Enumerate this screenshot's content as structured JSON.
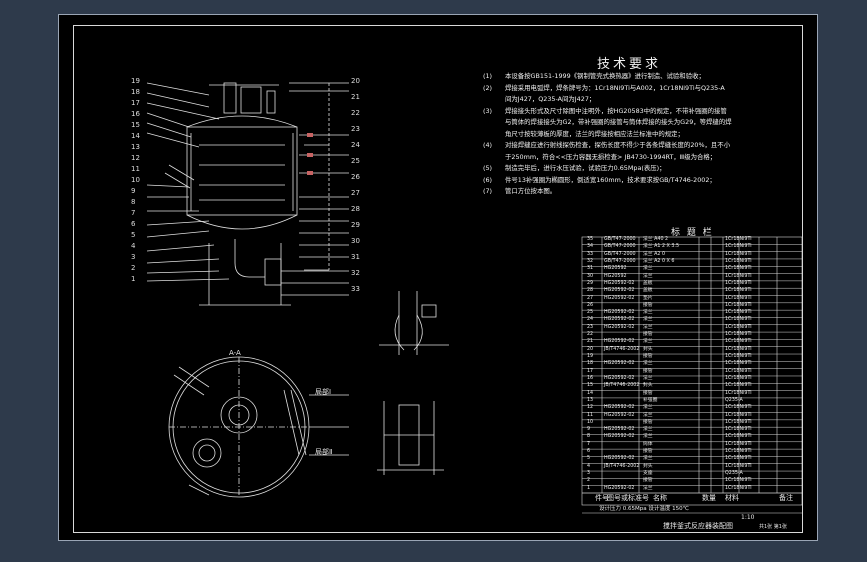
{
  "drawing": {
    "req_title": "技术要求",
    "requirements": [
      {
        "n": "(1)",
        "text": "本设备按GB151-1999《钢制管壳式换热器》进行制造、试验和验收；"
      },
      {
        "n": "(2)",
        "text": "焊接采用电弧焊，焊条牌号为：1Cr18Ni9Ti与A002，1Cr18Ni9Ti与Q235-A"
      },
      {
        "n": "",
        "text": "间为J427，Q235-A间为J427；"
      },
      {
        "n": "(3)",
        "text": "焊接接头形式及尺寸除图中注明外，按HG20583中的规定，不带补强圈的接管"
      },
      {
        "n": "",
        "text": "与筒体的焊接接头为G2，带补强圈的接管与筒体焊接的接头为G29，等焊缝的焊"
      },
      {
        "n": "",
        "text": "角尺寸按较薄板的厚度，法兰的焊接按相应法兰标准中的规定；"
      },
      {
        "n": "(4)",
        "text": "对接焊缝应进行射线探伤检查，探伤长度不得少于各条焊缝长度的20%，且不小"
      },
      {
        "n": "",
        "text": "于250mm，符合<<压力容器无损检查> JB4730-1994RT，Ⅲ级为合格；"
      },
      {
        "n": "(5)",
        "text": "制造完毕后，进行水压试验，试验压力0.65Mpa(表压)；"
      },
      {
        "n": "(6)",
        "text": "件号13补强圈为椭圆形，倒适宽160mm，技术要求按GB/T4746-2002；"
      },
      {
        "n": "(7)",
        "text": "管口方位按本图。"
      }
    ],
    "table_title": "标 题 栏",
    "table_rows": [
      {
        "no": "35",
        "code": "GB/T47-2000",
        "name": "法兰 A40 2",
        "mat": "1Cr18Ni9Ti"
      },
      {
        "no": "34",
        "code": "GB/T47-2000",
        "name": "法兰 A1 2 X 3.5",
        "mat": "1Cr18Ni9Ti"
      },
      {
        "no": "33",
        "code": "GB/T47-2000",
        "name": "法兰 A2 0",
        "mat": "1Cr18Ni9Ti"
      },
      {
        "no": "32",
        "code": "GB/T47-2000",
        "name": "法兰 A2 0 X 6",
        "mat": "1Cr18Ni9Ti"
      },
      {
        "no": "31",
        "code": "HG20592",
        "name": "法兰",
        "mat": "1Cr18Ni9Ti"
      },
      {
        "no": "30",
        "code": "HG20592",
        "name": "法兰",
        "mat": "1Cr18Ni9Ti"
      },
      {
        "no": "29",
        "code": "HG20592-02",
        "name": "盖板",
        "mat": "1Cr18Ni9Ti"
      },
      {
        "no": "28",
        "code": "HG20592-02",
        "name": "盖板",
        "mat": "1Cr18Ni9Ti"
      },
      {
        "no": "27",
        "code": "HG20592-02",
        "name": "垫片",
        "mat": "1Cr18Ni9Ti"
      },
      {
        "no": "26",
        "code": "",
        "name": "接管",
        "mat": "1Cr18Ni9Ti"
      },
      {
        "no": "25",
        "code": "HG20592-02",
        "name": "法兰",
        "mat": "1Cr18Ni9Ti"
      },
      {
        "no": "24",
        "code": "HG20592-02",
        "name": "法兰",
        "mat": "1Cr18Ni9Ti"
      },
      {
        "no": "23",
        "code": "HG20592-02",
        "name": "法兰",
        "mat": "1Cr18Ni9Ti"
      },
      {
        "no": "22",
        "code": "",
        "name": "接管",
        "mat": "1Cr18Ni9Ti"
      },
      {
        "no": "21",
        "code": "HG20592-02",
        "name": "法兰",
        "mat": "1Cr18Ni9Ti"
      },
      {
        "no": "20",
        "code": "JB/T4746-2002",
        "name": "封头",
        "mat": "1Cr18Ni9Ti"
      },
      {
        "no": "19",
        "code": "",
        "name": "接管",
        "mat": "1Cr18Ni9Ti"
      },
      {
        "no": "18",
        "code": "HG20592-02",
        "name": "法兰",
        "mat": "1Cr18Ni9Ti"
      },
      {
        "no": "17",
        "code": "",
        "name": "接管",
        "mat": "1Cr18Ni9Ti"
      },
      {
        "no": "16",
        "code": "HG20592-02",
        "name": "法兰",
        "mat": "1Cr18Ni9Ti"
      },
      {
        "no": "15",
        "code": "JB/T4746-2002",
        "name": "封头",
        "mat": "1Cr18Ni9Ti"
      },
      {
        "no": "14",
        "code": "",
        "name": "接管",
        "mat": "1Cr18Ni9Ti"
      },
      {
        "no": "13",
        "code": "",
        "name": "补强圈",
        "mat": "Q235-A"
      },
      {
        "no": "12",
        "code": "HG20592-02",
        "name": "法兰",
        "mat": "1Cr18Ni9Ti"
      },
      {
        "no": "11",
        "code": "HG20592-02",
        "name": "法兰",
        "mat": "1Cr18Ni9Ti"
      },
      {
        "no": "10",
        "code": "",
        "name": "接管",
        "mat": "1Cr18Ni9Ti"
      },
      {
        "no": "9",
        "code": "HG20592-02",
        "name": "法兰",
        "mat": "1Cr18Ni9Ti"
      },
      {
        "no": "8",
        "code": "HG20592-02",
        "name": "法兰",
        "mat": "1Cr18Ni9Ti"
      },
      {
        "no": "7",
        "code": "",
        "name": "筒体",
        "mat": "1Cr18Ni9Ti"
      },
      {
        "no": "6",
        "code": "",
        "name": "接管",
        "mat": "1Cr18Ni9Ti"
      },
      {
        "no": "5",
        "code": "HG20592-02",
        "name": "法兰",
        "mat": "1Cr18Ni9Ti"
      },
      {
        "no": "4",
        "code": "JB/T4746-2002",
        "name": "封头",
        "mat": "1Cr18Ni9Ti"
      },
      {
        "no": "3",
        "code": "",
        "name": "支座",
        "mat": "Q235-A"
      },
      {
        "no": "2",
        "code": "",
        "name": "接管",
        "mat": "1Cr18Ni9Ti"
      },
      {
        "no": "1",
        "code": "HG20592-02",
        "name": "法兰",
        "mat": "1Cr18Ni9Ti"
      }
    ],
    "table_header": {
      "no": "件号",
      "code": "图号或标准号",
      "name": "名称",
      "qty": "数量",
      "mat": "材料",
      "note": "备注"
    },
    "title_block": {
      "line1": "设计压力 0.65Mpa 设计温度 150℃",
      "name": "搅拌釜式反应器装配图",
      "scale": "1:10",
      "sheet": "共1张 第1张"
    },
    "left_numbers": [
      "19",
      "18",
      "17",
      "16",
      "15",
      "14",
      "13",
      "12",
      "11",
      "10",
      "9",
      "8",
      "7",
      "6",
      "5",
      "4",
      "3",
      "2",
      "1"
    ],
    "right_numbers": [
      "20",
      "21",
      "22",
      "23",
      "24",
      "25",
      "26",
      "27",
      "28",
      "29",
      "30",
      "31",
      "32",
      "33"
    ],
    "view_labels": {
      "section": "A-A",
      "detail1": "局部Ⅰ",
      "detail2": "局部Ⅱ"
    }
  }
}
